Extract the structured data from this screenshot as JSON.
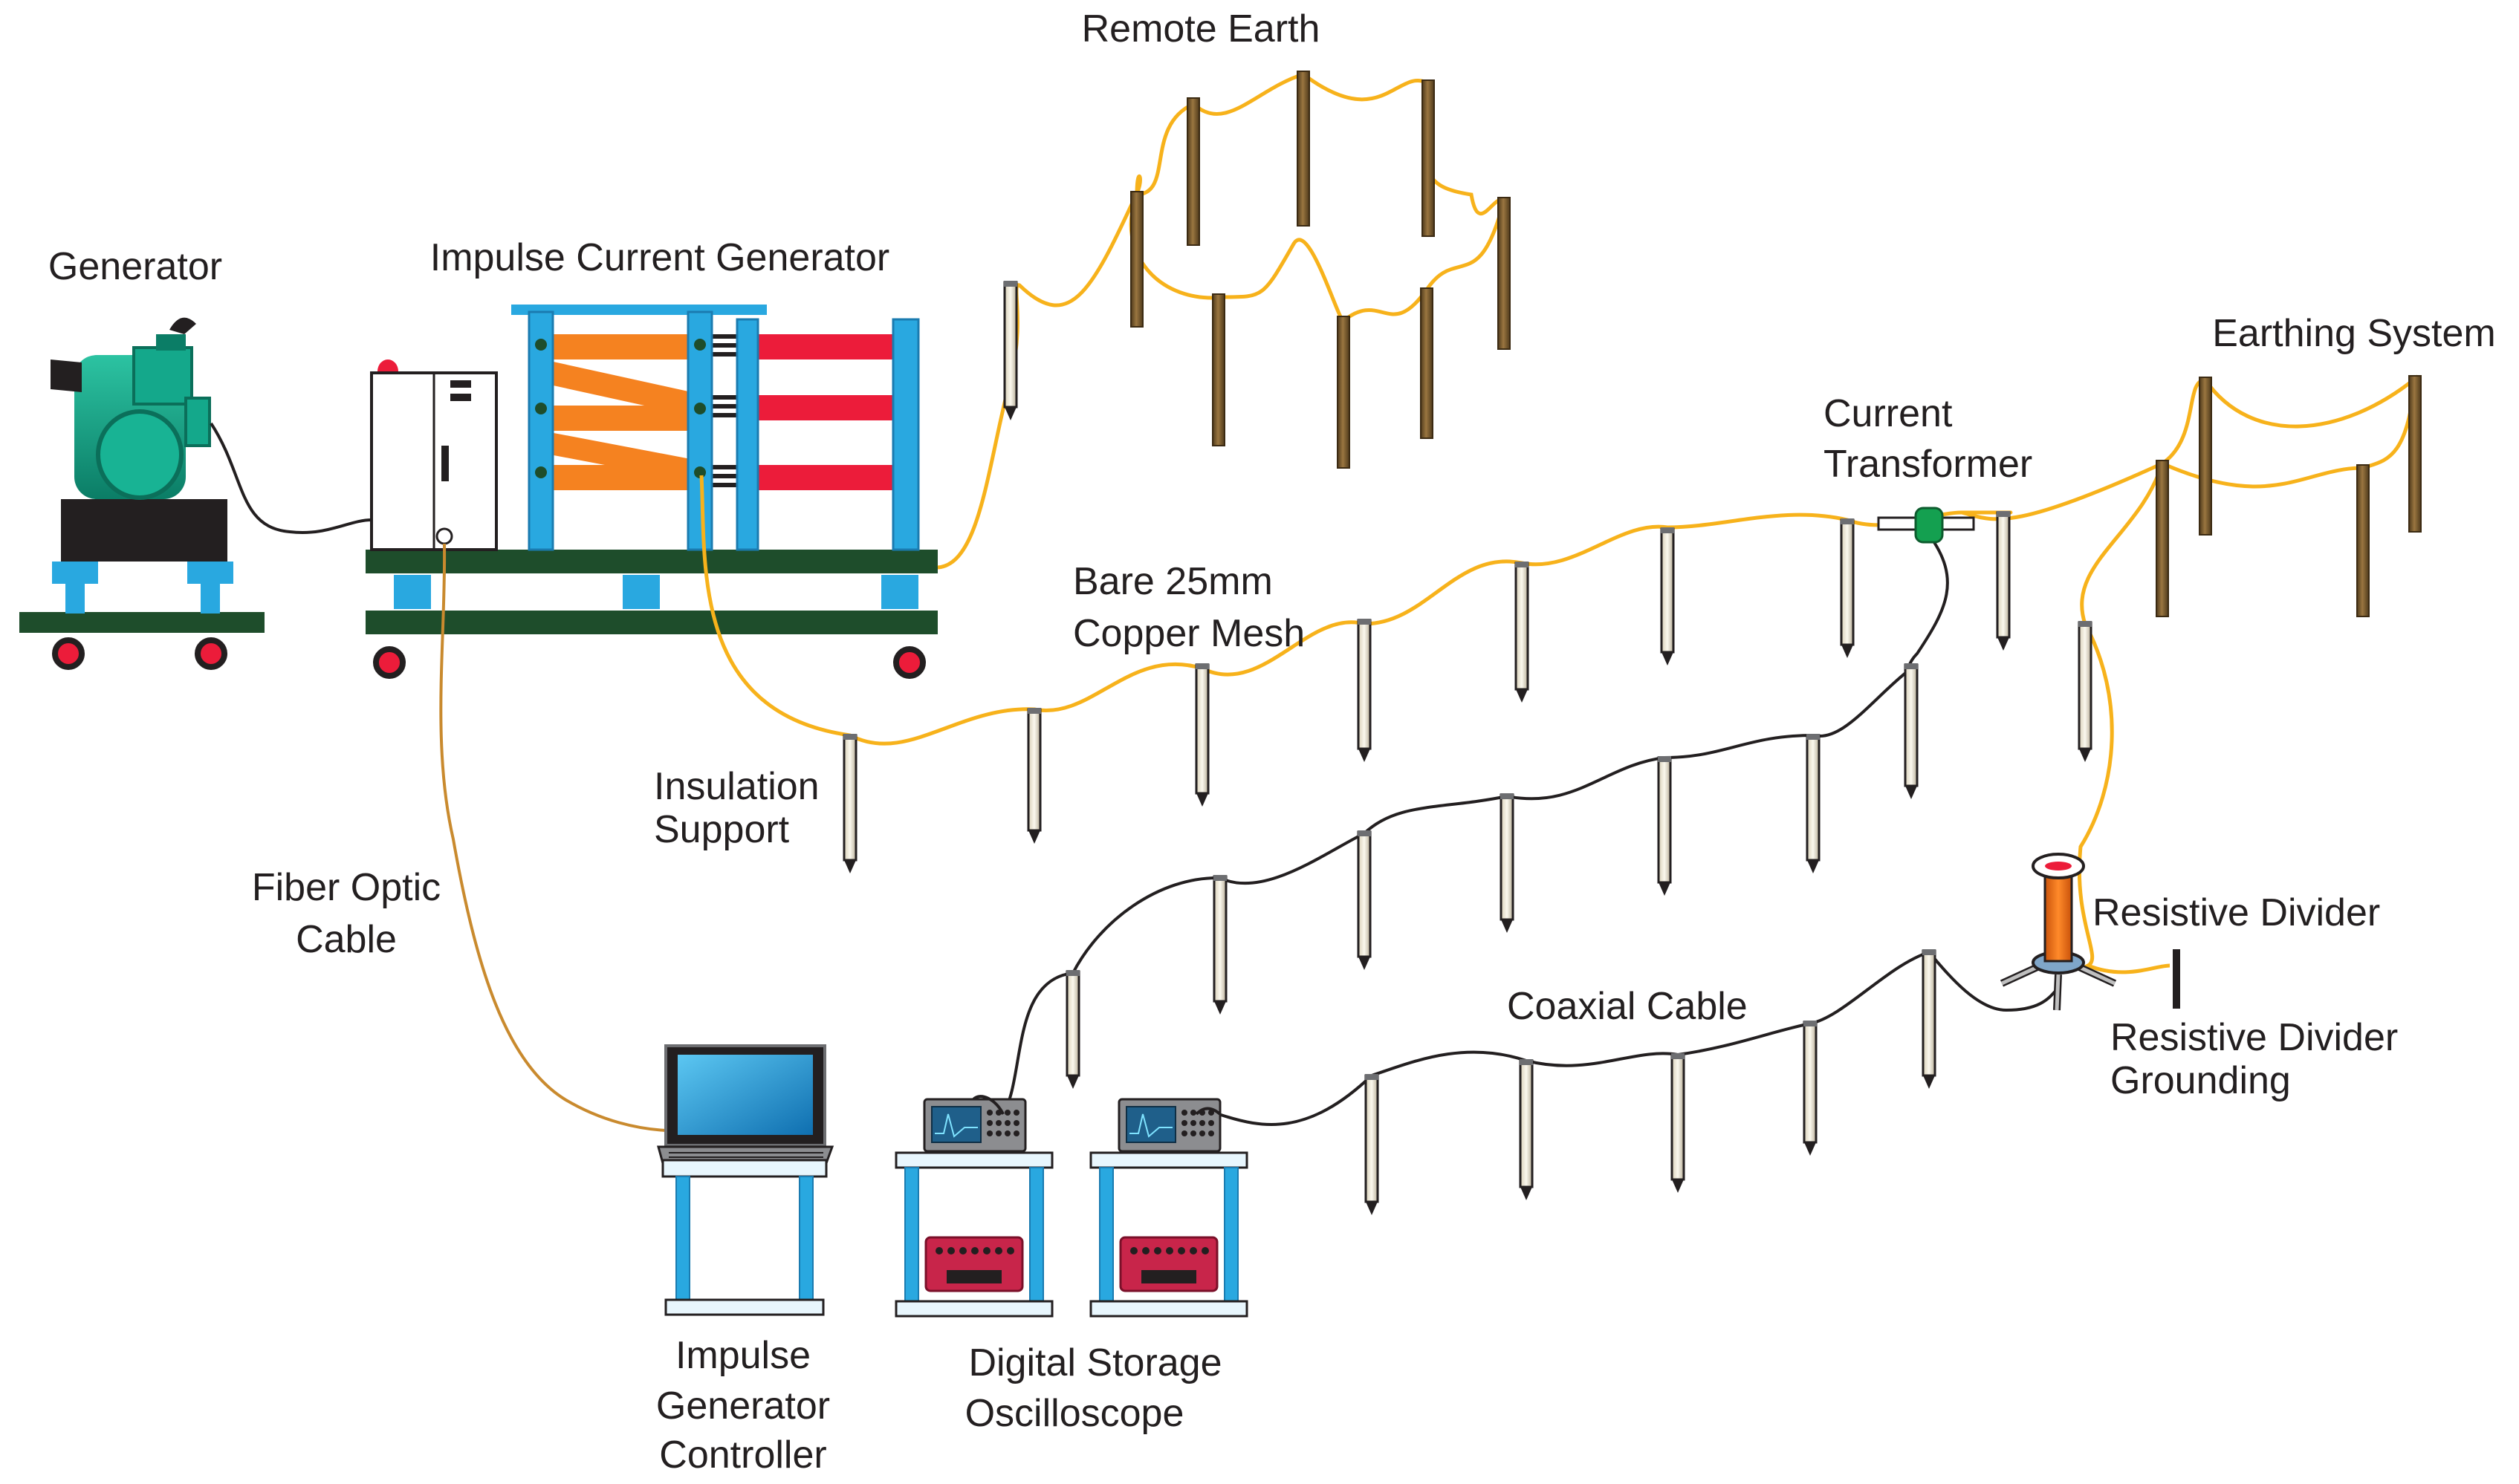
{
  "labels": {
    "remote_earth": "Remote Earth",
    "generator": "Generator",
    "impulse_current_generator": "Impulse Current Generator",
    "earthing_system": "Earthing System",
    "current_transformer_1": "Current",
    "current_transformer_2": "Transformer",
    "copper_mesh_1": "Bare 25mm",
    "copper_mesh_2": "Copper Mesh",
    "insulation_support_1": "Insulation",
    "insulation_support_2": "Support",
    "fiber_optic_1": "Fiber Optic",
    "fiber_optic_2": "Cable",
    "resistive_divider": "Resistive Divider",
    "coaxial_cable": "Coaxial Cable",
    "rd_grounding_1": "Resistive Divider",
    "rd_grounding_2": "Grounding",
    "controller_1": "Impulse",
    "controller_2": "Generator",
    "controller_3": "Controller",
    "dso_1": "Digital Storage",
    "dso_2": "Oscilloscope"
  },
  "colors": {
    "copper_wire": "#f7b21b",
    "coax_wire": "#231f20",
    "fiber": "#c98a2e",
    "frame_blue": "#29a8e0",
    "frame_green": "#1e4d2b",
    "capacitor_orange": "#f58220",
    "capacitor_red": "#ec1c3a",
    "generator_teal": "#14a88b",
    "insulator_cream": "#f2ecd9",
    "wood_post": "#7a5a2e",
    "dso_red": "#c8254a"
  }
}
